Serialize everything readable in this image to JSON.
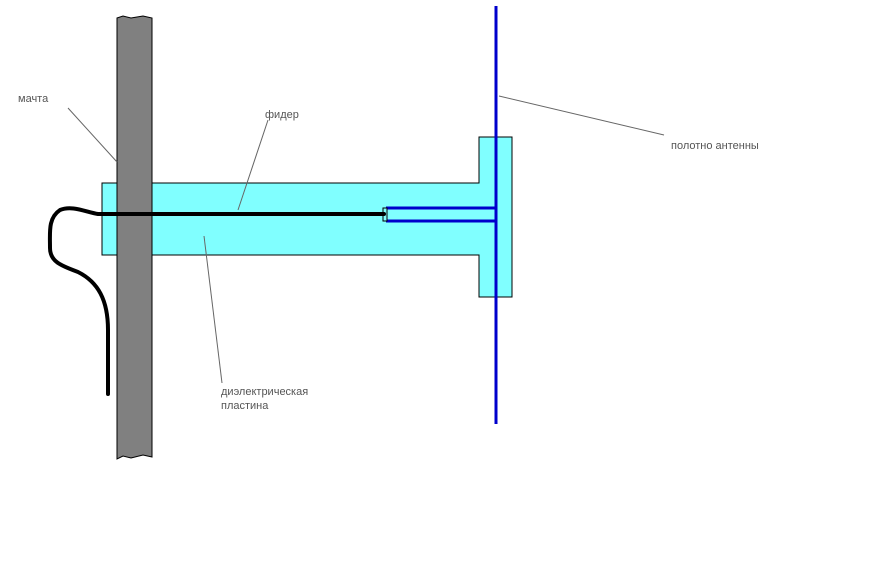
{
  "labels": {
    "mast": "мачта",
    "feeder": "фидер",
    "plate_line1": "диэлектрическая",
    "plate_line2": "пластина",
    "antenna": "полотно антенны"
  },
  "colors": {
    "mast_fill": "#808080",
    "plate_fill": "#80ffff",
    "antenna": "#0000cc",
    "feeder": "#000000",
    "leader_line": "#666666",
    "label_text": "#555555"
  }
}
